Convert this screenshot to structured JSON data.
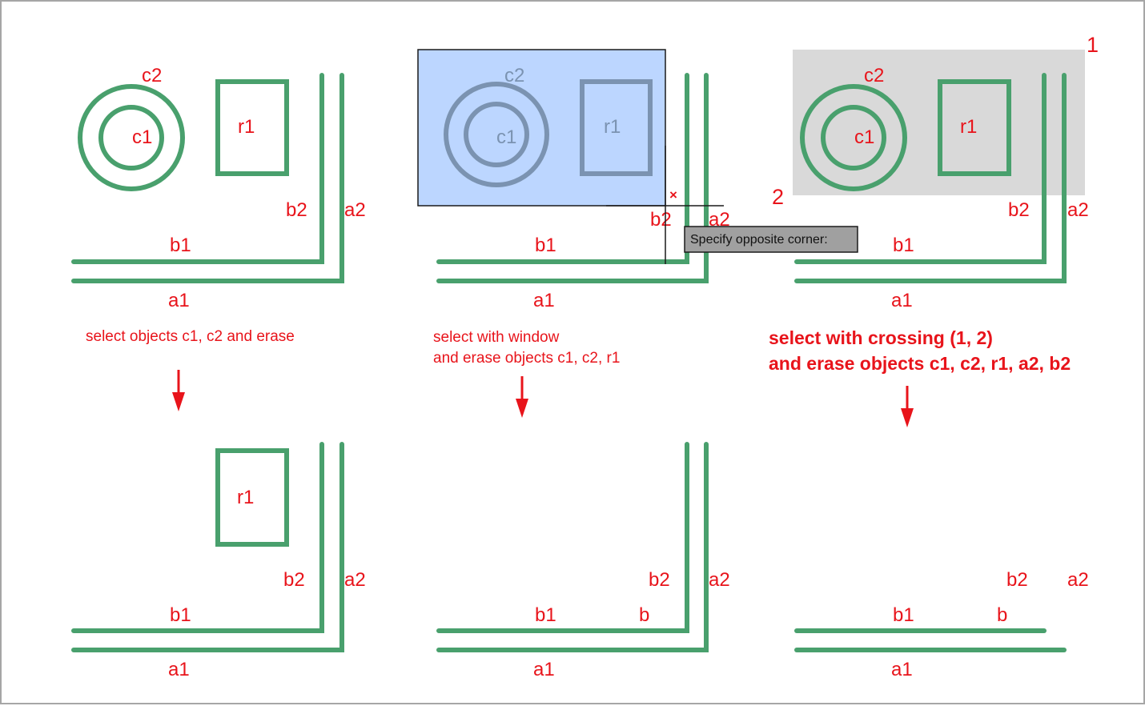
{
  "panels": {
    "p1": {
      "labels": {
        "c2": "c2",
        "c1": "c1",
        "r1": "r1",
        "b2": "b2",
        "a2": "a2",
        "b1": "b1",
        "a1": "a1"
      },
      "caption": "select objects c1, c2 and erase"
    },
    "p2": {
      "labels": {
        "c2": "c2",
        "c1": "c1",
        "r1": "r1",
        "b2": "b2",
        "a2": "a2",
        "b1": "b1",
        "a1": "a1"
      },
      "caption_lines": [
        "select with window",
        "and erase objects c1, c2, r1"
      ],
      "tooltip": "Specify opposite corner:",
      "cursor_mark": "×"
    },
    "p3": {
      "labels": {
        "c2": "c2",
        "c1": "c1",
        "r1": "r1",
        "b2": "b2",
        "a2": "a2",
        "b1": "b1",
        "a1": "a1"
      },
      "corner1": "1",
      "corner2": "2",
      "caption_lines": [
        "select with crossing (1, 2)",
        "and erase objects c1, c2, r1, a2, b2"
      ]
    },
    "r1": {
      "labels": {
        "r1": "r1",
        "b2": "b2",
        "a2": "a2",
        "b1": "b1",
        "a1": "a1"
      }
    },
    "r2": {
      "labels": {
        "b2": "b2",
        "a2": "a2",
        "b1": "b1",
        "b": "b",
        "a1": "a1"
      }
    },
    "r3": {
      "labels": {
        "b2": "b2",
        "a2": "a2",
        "b1": "b1",
        "b": "b",
        "a1": "a1"
      }
    }
  },
  "colors": {
    "shape": "#49a06d",
    "label": "#e8141b",
    "window_fill": "#bcd6ff",
    "crossing_fill": "#d9d9d9",
    "tooltip_fill": "#a0a0a0"
  },
  "icons": {
    "arrow": "arrow-down-icon",
    "cursor": "crosshair-cursor-icon"
  }
}
